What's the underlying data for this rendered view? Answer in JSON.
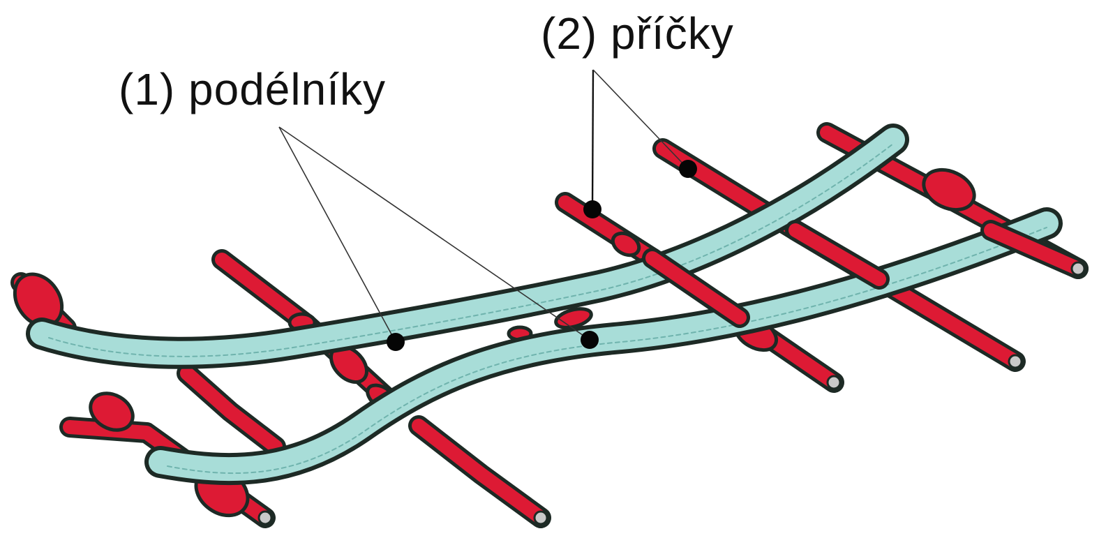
{
  "diagram": {
    "labels": {
      "longitudinals": "(1) podélníky",
      "crossmembers": "(2) příčky"
    },
    "colors": {
      "background": "#ffffff",
      "longitudinal_fill": "#a8ddd8",
      "longitudinal_seam": "#6fb3ad",
      "crossmember_fill": "#dd1a34",
      "crossmember_highlight": "#f04a5e",
      "outline": "#1d2a25",
      "end_cap": "#c9c9c9",
      "leader_line": "#333333",
      "marker": "#050505"
    },
    "icons": {
      "marker": "filled-circle-dot",
      "end_cap": "round-tube-end"
    }
  }
}
